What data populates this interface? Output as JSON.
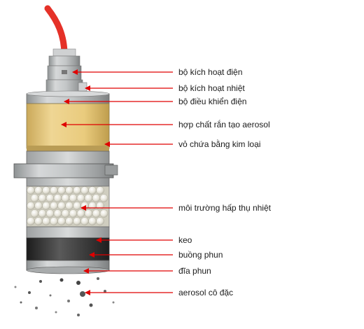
{
  "diagram": {
    "labels": [
      "bộ kích hoạt điện",
      "bộ kích hoạt nhiệt",
      "bộ điều khiển điện",
      "hợp chất rắn tạo aerosol",
      "vỏ chứa bằng kim loại",
      "môi trường hấp thụ nhiệt",
      "keo",
      "buồng phun",
      "đĩa phun",
      "aerosol cô đặc"
    ],
    "colors": {
      "arrow": "#e00000",
      "cable": "#e53128",
      "aerosol_compound": "#e7c97a",
      "metal": "#b9bcbd",
      "dark_chamber": "#3c3c3c",
      "label_text": "#1a1a1a"
    }
  }
}
